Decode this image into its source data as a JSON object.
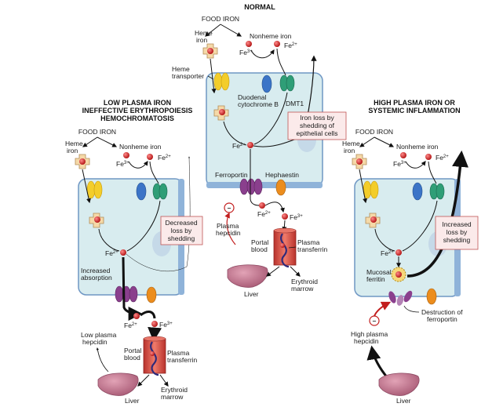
{
  "normal": {
    "title": "NORMAL",
    "food_iron": "FOOD IRON",
    "heme_iron": [
      "Heme",
      "iron"
    ],
    "nonheme_iron": "Nonheme iron",
    "fe3": "Fe",
    "fe3_sup": "3+",
    "fe2": "Fe",
    "fe2_sup": "2+",
    "heme_transporter": [
      "Heme",
      "transporter"
    ],
    "duodenal_cytochrome": [
      "Duodenal",
      "cytochrome B"
    ],
    "dmt1": "DMT1",
    "iron_loss": [
      "Iron loss by",
      "shedding of",
      "epithelial cells"
    ],
    "fe2_cell": "Fe",
    "fe2_cell_sup": "2+",
    "ferroportin": "Ferroportin",
    "hephaestin": "Hephaestin",
    "fe2_out": "Fe",
    "fe2_out_sup": "2+",
    "fe3_out": "Fe",
    "fe3_out_sup": "3+",
    "minus": "–",
    "plasma_hepcidin": [
      "Plasma",
      "hepcidin"
    ],
    "portal_blood": [
      "Portal",
      "blood"
    ],
    "plasma_transferrin": [
      "Plasma",
      "transferrin"
    ],
    "liver": "Liver",
    "erythroid_marrow": [
      "Erythroid",
      "marrow"
    ]
  },
  "low": {
    "title": [
      "LOW PLASMA IRON",
      "INEFFECTIVE ERYTHROPOIESIS",
      "HEMOCHROMATOSIS"
    ],
    "food_iron": "FOOD IRON",
    "heme_iron": [
      "Heme",
      "iron"
    ],
    "nonheme_iron": "Nonheme iron",
    "fe3": "Fe",
    "fe3_sup": "3+",
    "fe2": "Fe",
    "fe2_sup": "2+",
    "decreased_loss": [
      "Decreased",
      "loss by",
      "shedding"
    ],
    "fe2_cell": "Fe",
    "fe2_cell_sup": "2+",
    "increased_absorption": [
      "Increased",
      "absorption"
    ],
    "fe2_out": "Fe",
    "fe2_out_sup": "2+",
    "fe3_out": "Fe",
    "fe3_out_sup": "3+",
    "low_hepcidin": [
      "Low plasma",
      "hepcidin"
    ],
    "portal_blood": [
      "Portal",
      "blood"
    ],
    "plasma_transferrin": [
      "Plasma",
      "transferrin"
    ],
    "liver": "Liver",
    "erythroid_marrow": [
      "Erythroid",
      "marrow"
    ]
  },
  "high": {
    "title": [
      "HIGH PLASMA IRON OR",
      "SYSTEMIC INFLAMMATION"
    ],
    "food_iron": "FOOD IRON",
    "heme_iron": [
      "Heme",
      "iron"
    ],
    "nonheme_iron": "Nonheme iron",
    "fe3": "Fe",
    "fe3_sup": "3+",
    "fe2": "Fe",
    "fe2_sup": "2+",
    "increased_loss": [
      "Increased",
      "loss by",
      "shedding"
    ],
    "fe2_cell": "Fe",
    "fe2_cell_sup": "2+",
    "mucosal_ferritin": [
      "Mucosal",
      "ferritin"
    ],
    "destruction": [
      "Destruction of",
      "ferroportin"
    ],
    "minus": "–",
    "high_hepcidin": [
      "High plasma",
      "hepcidin"
    ],
    "liver": "Liver"
  },
  "colors": {
    "cell_fill": "#d8ecef",
    "cell_border": "#6f97c4",
    "cell_base": "#8fb3d9",
    "iron_red": "#d62a2a",
    "heme_yellow": "#f3cd2a",
    "cytb_blue": "#3b74c7",
    "dmt1_green": "#2f9e77",
    "ferroportin_purple": "#8a3f8d",
    "hephaestin_orange": "#ec8d1d",
    "vessel_red": "#d9473f",
    "liver_pink": "#c27a92",
    "box_fill": "#fbeaea",
    "box_border": "#c05555"
  }
}
